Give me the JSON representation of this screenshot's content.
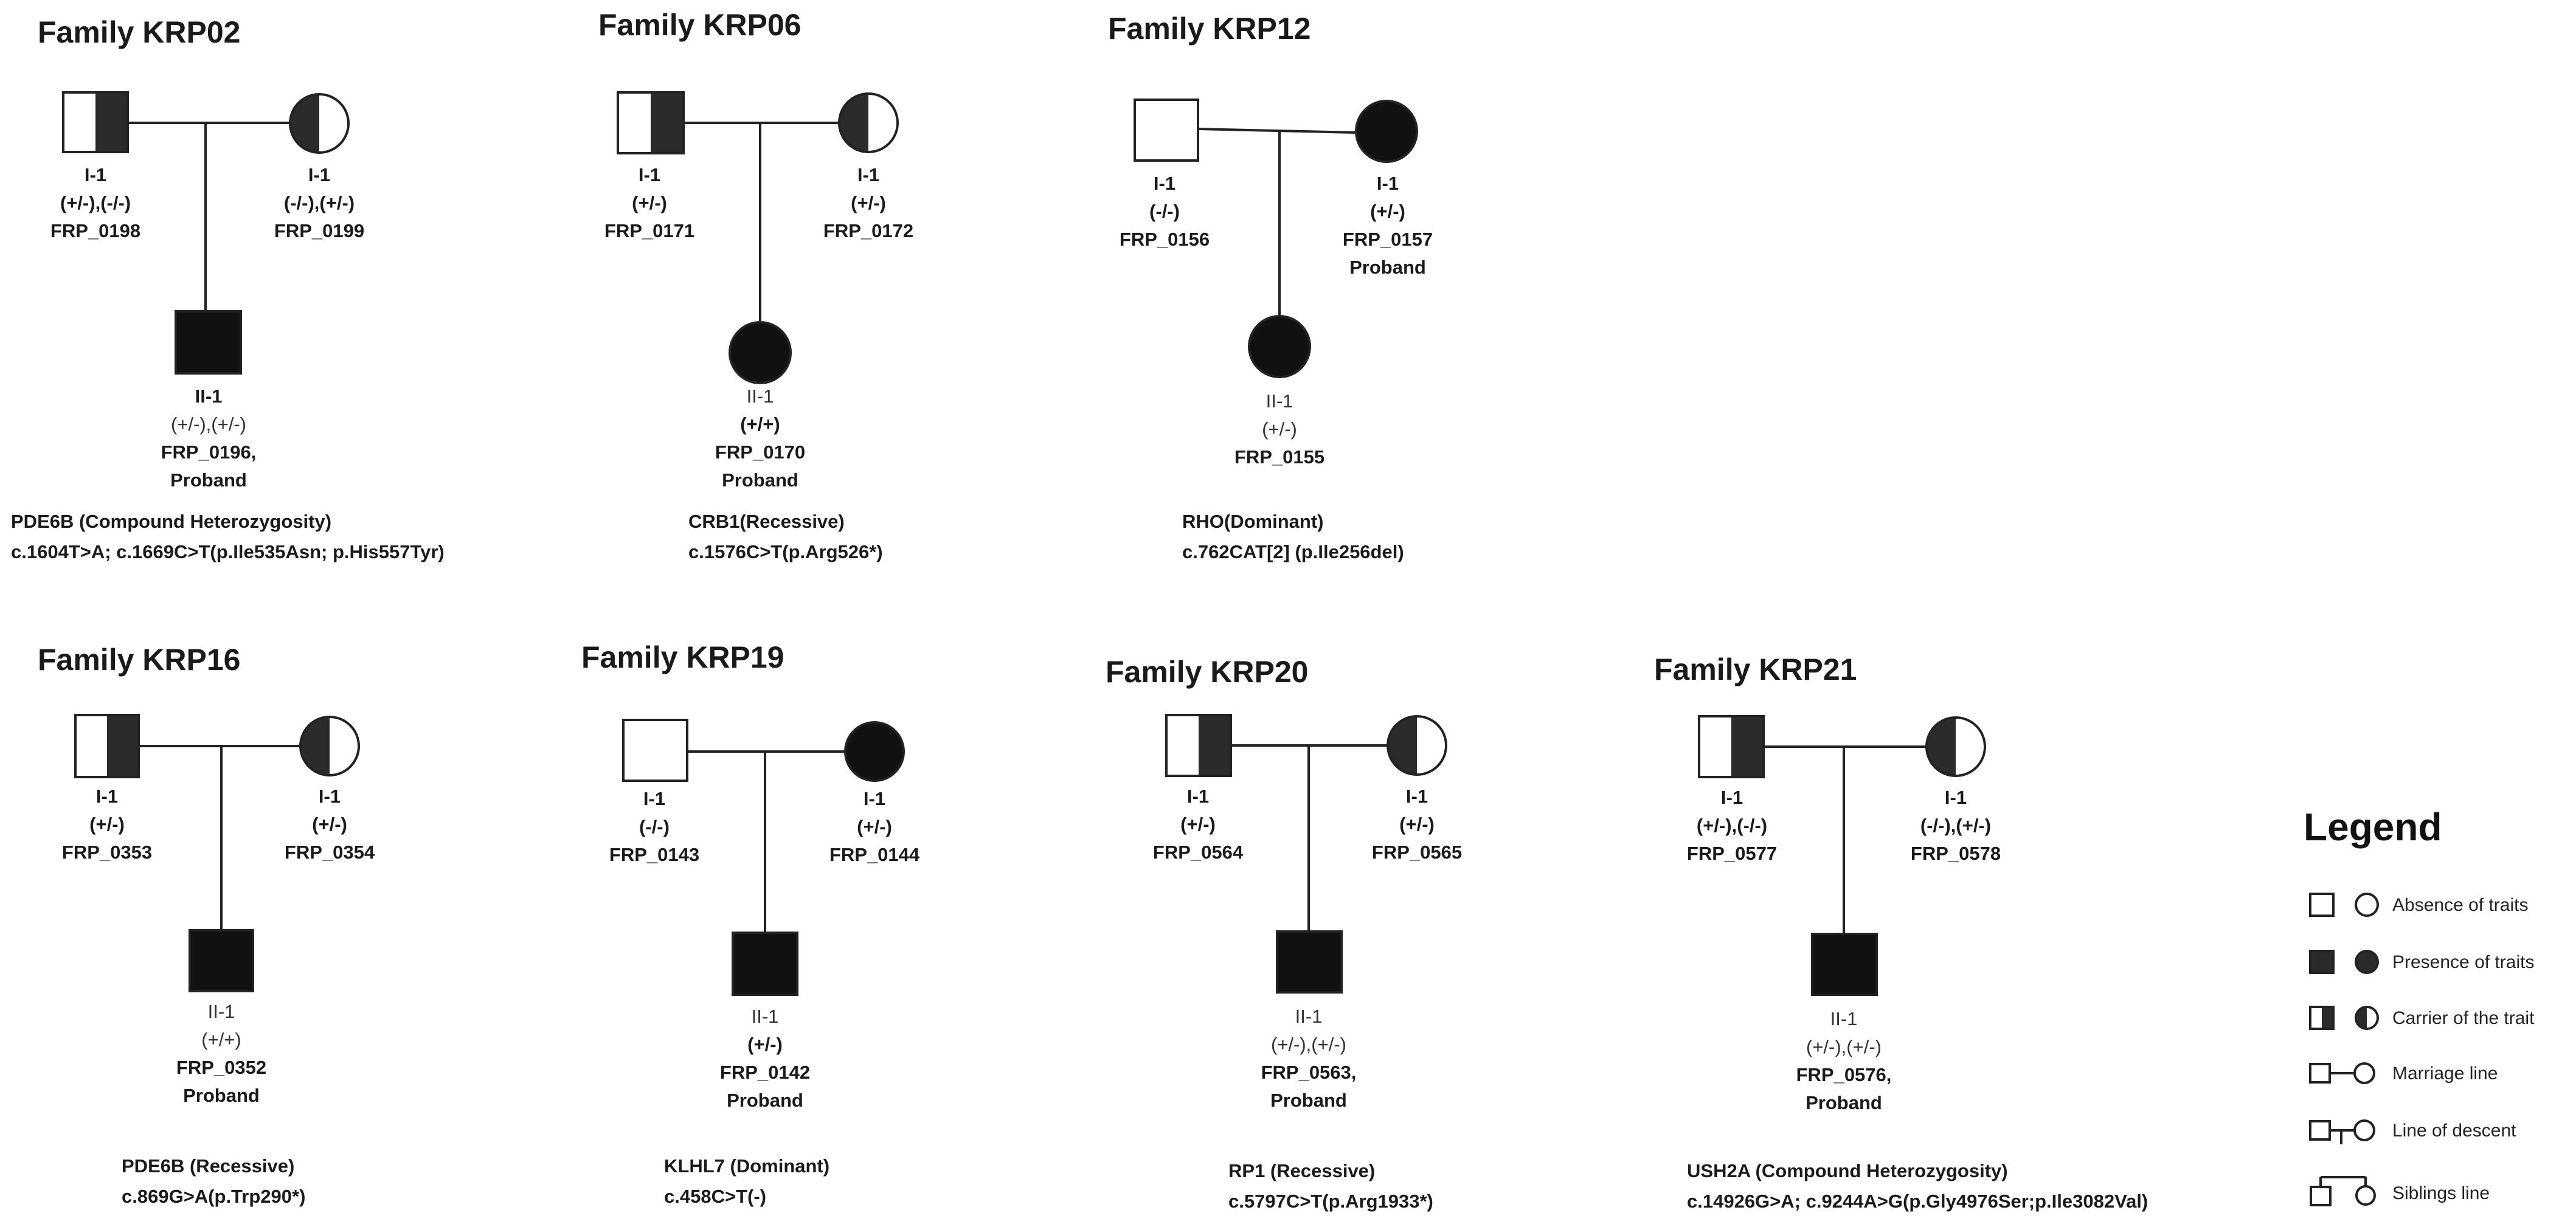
{
  "families": [
    {
      "title": "Family KRP02",
      "father": {
        "id": "I-1",
        "geno": "(+/-),(-/-)",
        "code": "FRP_0198"
      },
      "mother": {
        "id": "I-1",
        "geno": "(-/-),(+/-)",
        "code": "FRP_0199"
      },
      "child": {
        "id": "II-1",
        "geno": "(+/-),(+/-)",
        "code": "FRP_0196,",
        "note": "Proband"
      },
      "gene": "PDE6B (Compound Heterozygosity)",
      "variant": "c.1604T>A; c.1669C>T(p.Ile535Asn; p.His557Tyr)"
    },
    {
      "title": "Family KRP06",
      "father": {
        "id": "I-1",
        "geno": "(+/-)",
        "code": "FRP_0171"
      },
      "mother": {
        "id": "I-1",
        "geno": "(+/-)",
        "code": "FRP_0172"
      },
      "child": {
        "id": "II-1",
        "geno": "(+/+)",
        "code": "FRP_0170",
        "note": "Proband"
      },
      "gene": "CRB1(Recessive)",
      "variant": "c.1576C>T(p.Arg526*)"
    },
    {
      "title": "Family KRP12",
      "father": {
        "id": "I-1",
        "geno": "(-/-)",
        "code": "FRP_0156"
      },
      "mother": {
        "id": "I-1",
        "geno": "(+/-)",
        "code": "FRP_0157",
        "note": "Proband"
      },
      "child": {
        "id": "II-1",
        "geno": "(+/-)",
        "code": "FRP_0155"
      },
      "gene": "RHO(Dominant)",
      "variant": "c.762CAT[2] (p.Ile256del)"
    },
    {
      "title": "Family KRP16",
      "father": {
        "id": "I-1",
        "geno": "(+/-)",
        "code": "FRP_0353"
      },
      "mother": {
        "id": "I-1",
        "geno": "(+/-)",
        "code": "FRP_0354"
      },
      "child": {
        "id": "II-1",
        "geno": "(+/+)",
        "code": "FRP_0352",
        "note": "Proband"
      },
      "gene": "PDE6B (Recessive)",
      "variant": "c.869G>A(p.Trp290*)"
    },
    {
      "title": "Family KRP19",
      "father": {
        "id": "I-1",
        "geno": "(-/-)",
        "code": "FRP_0143"
      },
      "mother": {
        "id": "I-1",
        "geno": "(+/-)",
        "code": "FRP_0144"
      },
      "child": {
        "id": "II-1",
        "geno": "(+/-)",
        "code": "FRP_0142",
        "note": "Proband"
      },
      "gene": "KLHL7 (Dominant)",
      "variant": "c.458C>T(-)"
    },
    {
      "title": "Family KRP20",
      "father": {
        "id": "I-1",
        "geno": "(+/-)",
        "code": "FRP_0564"
      },
      "mother": {
        "id": "I-1",
        "geno": "(+/-)",
        "code": "FRP_0565"
      },
      "child": {
        "id": "II-1",
        "geno": "(+/-),(+/-)",
        "code": "FRP_0563,",
        "note": "Proband"
      },
      "gene": "RP1 (Recessive)",
      "variant": "c.5797C>T(p.Arg1933*)"
    },
    {
      "title": "Family KRP21",
      "father": {
        "id": "I-1",
        "geno": "(+/-),(-/-)",
        "code": "FRP_0577"
      },
      "mother": {
        "id": "I-1",
        "geno": "(-/-),(+/-)",
        "code": "FRP_0578"
      },
      "child": {
        "id": "II-1",
        "geno": "(+/-),(+/-)",
        "code": "FRP_0576,",
        "note": "Proband"
      },
      "gene": "USH2A  (Compound Heterozygosity)",
      "variant": "c.14926G>A; c.9244A>G(p.Gly4976Ser;p.Ile3082Val)"
    }
  ],
  "legend": {
    "title": "Legend",
    "items": [
      "Absence of traits",
      "Presence of traits",
      "Carrier of the trait",
      "Marriage line",
      "Line of descent",
      "Siblings line"
    ]
  }
}
